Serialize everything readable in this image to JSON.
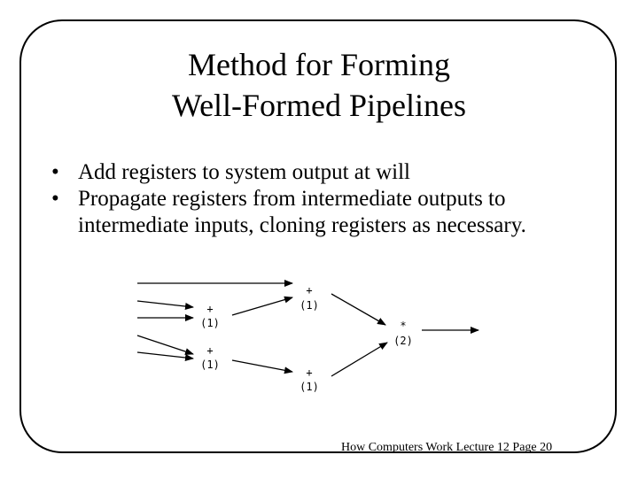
{
  "slide": {
    "title_line1": "Method for Forming",
    "title_line2": "Well-Formed Pipelines",
    "bullets": [
      {
        "marker": "•",
        "text": "Add registers to system output at will"
      },
      {
        "marker": "•",
        "text": "Propagate registers from intermediate outputs to intermediate inputs, cloning registers as necessary."
      }
    ],
    "footer": "How Computers Work Lecture 12 Page 20"
  },
  "diagram": {
    "nodes": [
      {
        "op": "+",
        "delay": "(1)"
      },
      {
        "op": "+",
        "delay": "(1)"
      },
      {
        "op": "+",
        "delay": "(1)"
      },
      {
        "op": "+",
        "delay": "(1)"
      },
      {
        "op": "*",
        "delay": "(2)"
      }
    ]
  }
}
